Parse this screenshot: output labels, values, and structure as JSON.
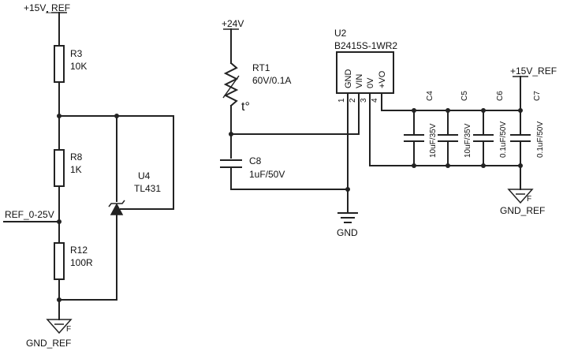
{
  "left_circuit": {
    "vref_top": "+15V_REF",
    "r3": {
      "ref": "R3",
      "value": "10K"
    },
    "r8": {
      "ref": "R8",
      "value": "1K"
    },
    "r12": {
      "ref": "R12",
      "value": "100R"
    },
    "u4": {
      "ref": "U4",
      "value": "TL431"
    },
    "ref_out": "REF_0-25V",
    "gnd": "GND_REF",
    "gnd_mark": "F"
  },
  "right_circuit": {
    "supply": "+24V",
    "rt1": {
      "ref": "RT1",
      "value": "60V/0.1A",
      "symbol": "t°"
    },
    "c8": {
      "ref": "C8",
      "value": "1uF/50V"
    },
    "u2": {
      "ref": "U2",
      "part": "B2415S-1WR2",
      "pins": [
        {
          "num": "1",
          "name": "GND"
        },
        {
          "num": "2",
          "name": "VIN"
        },
        {
          "num": "3",
          "name": "0V"
        },
        {
          "num": "4",
          "name": "+VO"
        }
      ]
    },
    "gnd": "GND",
    "vref_out": "+15V_REF",
    "gnd_ref": "GND_REF",
    "gnd_mark": "F",
    "caps": [
      {
        "ref": "C4",
        "value": "10uF/35V"
      },
      {
        "ref": "C5",
        "value": "10uF/35V"
      },
      {
        "ref": "C6",
        "value": "0.1uF/50V"
      },
      {
        "ref": "C7",
        "value": "0.1uF/50V"
      }
    ]
  }
}
